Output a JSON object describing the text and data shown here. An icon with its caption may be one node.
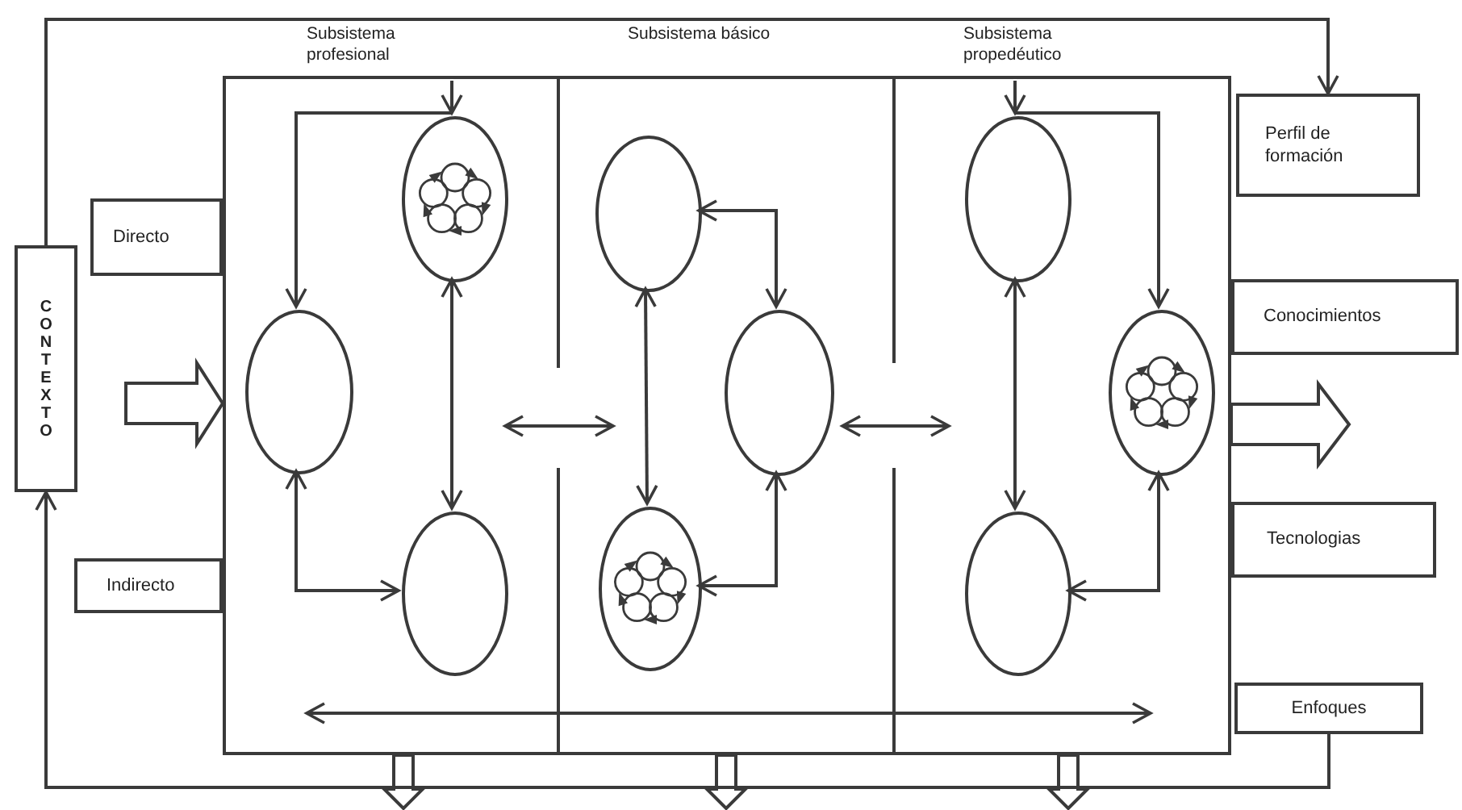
{
  "diagram": {
    "nodes": [
      {
        "text": [
          "CONTEXTO"
        ]
      },
      {
        "text": [
          "Directo"
        ]
      },
      {
        "text": [
          "Indirecto"
        ]
      },
      {
        "text": [],
        "shape": "box"
      },
      {
        "text": [
          "Subsistema profesional"
        ],
        "in": 3
      },
      {
        "text": [
          "Subsistema básico"
        ],
        "in": 3
      },
      {
        "text": [
          "Subsistema propedéutico"
        ],
        "in": 3
      },
      {
        "text": [],
        "shape": "ellipse",
        "in": 4
      },
      {
        "text": [],
        "shape": "ellipse",
        "in": 4
      },
      {
        "text": [],
        "shape": "ellipse",
        "in": 4
      },
      {
        "text": [],
        "shape": "ellipse",
        "in": 5
      },
      {
        "text": [],
        "shape": "ellipse",
        "in": 5
      },
      {
        "text": [],
        "shape": "ellipse",
        "in": 5
      },
      {
        "text": [],
        "shape": "ellipse",
        "in": 6
      },
      {
        "text": [],
        "shape": "ellipse",
        "in": 6
      },
      {
        "text": [],
        "shape": "ellipse",
        "in": 6
      },
      {
        "text": [
          "Perfil de formación"
        ]
      },
      {
        "text": [
          "Conocimientos"
        ]
      },
      {
        "text": [
          "Tecnologias"
        ]
      },
      {
        "text": [
          "Enfoques"
        ]
      }
    ],
    "edges": [
      {
        "from": null,
        "to": 7,
        "arrow": "to"
      },
      {
        "from": 7,
        "to": 8,
        "arrow": "to"
      },
      {
        "from": 9,
        "to": 7,
        "arrow": "both"
      },
      {
        "from": 8,
        "to": 9,
        "arrow": "both"
      },
      {
        "from": 11,
        "to": 10,
        "arrow": "both"
      },
      {
        "from": 10,
        "to": 12,
        "arrow": "both"
      },
      {
        "from": 11,
        "to": 12,
        "arrow": "both"
      },
      {
        "from": null,
        "to": 13,
        "arrow": "to"
      },
      {
        "from": 13,
        "to": 14,
        "arrow": "to"
      },
      {
        "from": 15,
        "to": 13,
        "arrow": "both"
      },
      {
        "from": 14,
        "to": 15,
        "arrow": "both"
      },
      {
        "from": 4,
        "to": 5,
        "arrow": "both"
      },
      {
        "from": 5,
        "to": 6,
        "arrow": "both"
      },
      {
        "from": 4,
        "to": 6,
        "arrow": "both"
      },
      {
        "from": 0,
        "to": 3,
        "arrow": "to",
        "style": "thick"
      },
      {
        "from": 3,
        "to": null,
        "arrow": "to",
        "style": "thick"
      },
      {
        "from": 3,
        "to": null,
        "arrow": "to",
        "style": "thick"
      },
      {
        "from": 3,
        "to": null,
        "arrow": "to",
        "style": "thick"
      },
      {
        "from": 3,
        "to": null,
        "arrow": "to",
        "style": "thick"
      },
      {
        "from": 0,
        "to": 16,
        "arrow": "to"
      },
      {
        "from": 19,
        "to": 0,
        "arrow": "to"
      }
    ]
  }
}
